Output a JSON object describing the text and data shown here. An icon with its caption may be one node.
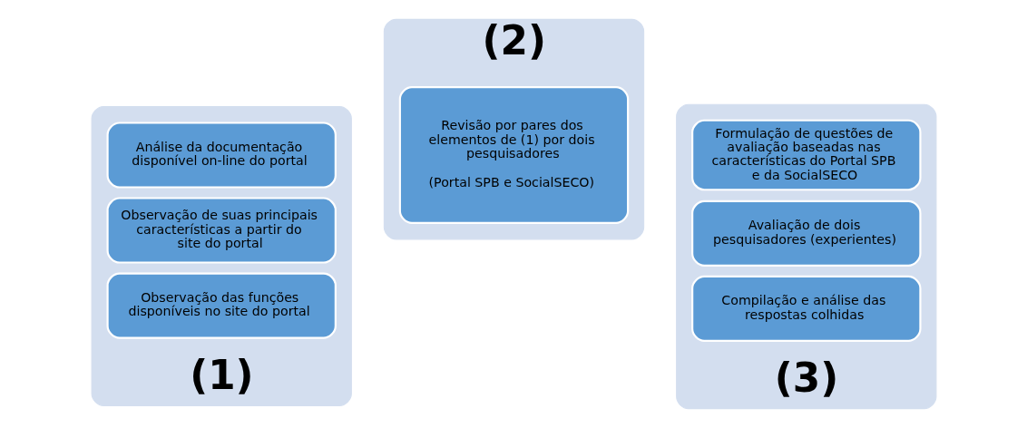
{
  "diagram": {
    "nodes": [
      {
        "text": [
          "(1)"
        ]
      },
      {
        "text": [
          "Análise da documentação disponível on-line do portal"
        ],
        "in": 0
      },
      {
        "text": [
          "Observação de suas principais características a partir do site do portal"
        ],
        "in": 0
      },
      {
        "text": [
          "Observação das funções disponíveis no site do portal"
        ],
        "in": 0
      },
      {
        "text": [
          "(2)"
        ]
      },
      {
        "text": [
          "Revisão por pares dos elementos de (1) por dois pesquisadores",
          "(Portal SPB e SocialSECO)"
        ],
        "in": 4
      },
      {
        "text": [
          "(3)"
        ]
      },
      {
        "text": [
          "Formulação de questões de avaliação baseadas nas características do Portal SPB e da SocialSECO"
        ],
        "in": 6
      },
      {
        "text": [
          "Avaliação de dois pesquisadores (experientes)"
        ],
        "in": 6
      },
      {
        "text": [
          "Compilação e análise das respostas colhidas"
        ],
        "in": 6
      }
    ],
    "edges": []
  }
}
